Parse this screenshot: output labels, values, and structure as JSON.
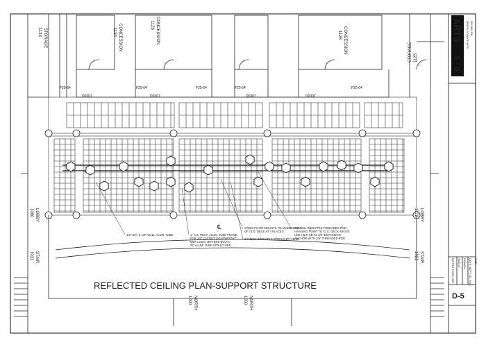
{
  "title": "REFLECTED CEILING PLAN-SUPPORT STRUCTURE",
  "sheet_number": "D-5",
  "brand": {
    "letters_left": "D",
    "letters_right": "S",
    "word": "ARTS",
    "contact_line_1": "DESIGN SCIENCE ARTS",
    "contact_line_2": "352.680.1000"
  },
  "title_block": {
    "project": "METRO FOOD MKT",
    "rows": [
      "SCALE:",
      "DRAWN:",
      "DATE: SEPT 20, 2013",
      "FILE:"
    ]
  },
  "rooms": {
    "concession_left": "CONCESSION",
    "concession_left_num": "1124",
    "concession_mid": "CONCESSION",
    "concession_mid_num": "1126",
    "concession_right": "CONCESSION",
    "concession_right_num": "1128",
    "storage_left": "STORAGE",
    "storage_left_num": "1133",
    "storage_right": "STORAGE",
    "storage_right_num": "1125",
    "lobby_left": "LOBBY",
    "lobby_left_num": "1080",
    "lobby_right": "LOBBY",
    "lobby_right_num": "1122",
    "stair_left": "STAIR",
    "stair_left_num": "1031",
    "stair_right": "STAIR",
    "stair_right_num": "1021",
    "north_conc_1": "NORTH",
    "north_conc_1_num": "1000",
    "north_conc_2": "NORTH",
    "north_conc_2_num": "1000"
  },
  "tags": {
    "f28": "F28-64",
    "f25a": "F25-64",
    "f25b": "F25-64",
    "f25c": "F25-64",
    "f25d": "F25-64",
    "d1": "D0307",
    "d2": "D0307",
    "d3": "D0307",
    "d4": "D0307"
  },
  "notes": {
    "n1": "1/2\" DIA. X 1/8\" WALL ALUM. TUBE",
    "n2_l1": "1\" X 2\" RECT. ALUM. TUBE FRAME",
    "n2_l2": "FOR 1/2\" CUTOUT LIGHTWEIGHT",
    "n2_l3": "MDF LOGO LETTERS BOLTS",
    "n2_l4": "TO ALUM. TUBE STRUCTURE",
    "n3_l1": "STEEL PLATE MOUNTS TO UNDERSIDE",
    "n3_l2": "OF CLG. DECK AT 4 PLACES",
    "n4": "SYMBOL INDICATES SPRINKLER HEAD",
    "n5_l1": "SYMBOL INDICATES THREADED ROD",
    "n5_l2": "HANGING POINT TO CLG. DECK ABOVE",
    "n5_l3": "USE HILTI KB-TZ 3/8\" EXPANSION",
    "n5_l4": "ANCHOR WITH 3/8\" THREADED ROD"
  }
}
